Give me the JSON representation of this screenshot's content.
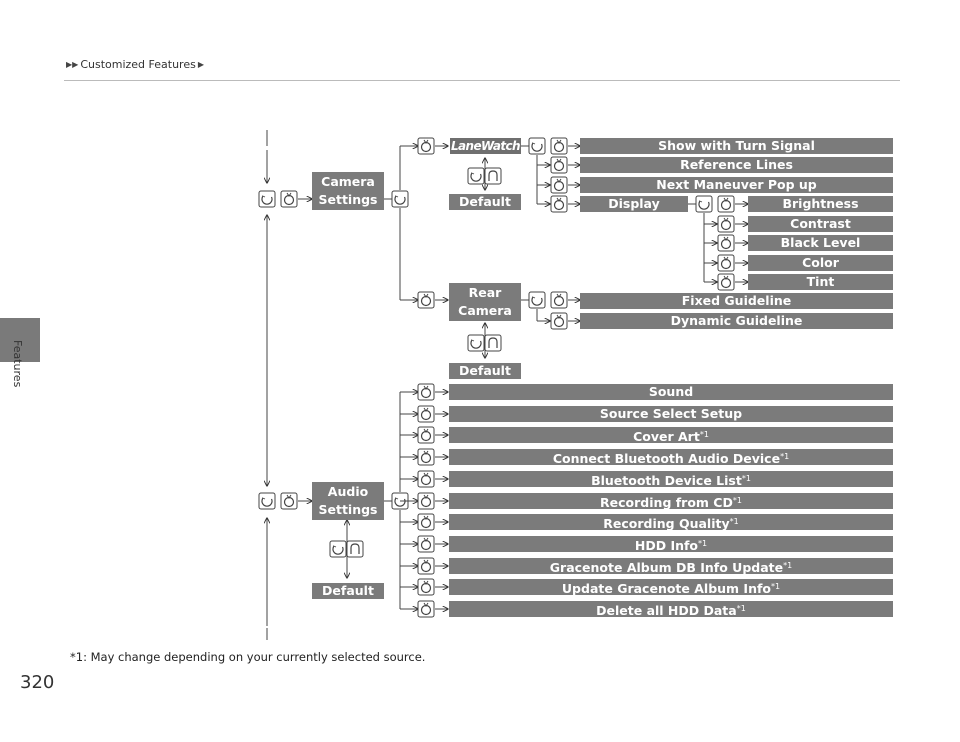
{
  "header": {
    "breadcrumb": "Customized Features",
    "triangle_glyph": "▶▶"
  },
  "side_tab": {
    "label": "Features"
  },
  "page_number": "320",
  "footnote": "*1: May change depending on your currently selected source.",
  "camera": {
    "settings_label_1": "Camera",
    "settings_label_2": "Settings",
    "lanewatch_label": "LaneWatch",
    "lanewatch_default": "Default",
    "lanewatch_items": [
      "Show with Turn Signal",
      "Reference Lines",
      "Next Maneuver Pop up"
    ],
    "display_label": "Display",
    "display_items": [
      "Brightness",
      "Contrast",
      "Black Level",
      "Color",
      "Tint"
    ],
    "rear_label_1": "Rear",
    "rear_label_2": "Camera",
    "rear_items": [
      "Fixed Guideline",
      "Dynamic Guideline"
    ],
    "rear_default": "Default"
  },
  "audio": {
    "settings_label_1": "Audio",
    "settings_label_2": "Settings",
    "default": "Default",
    "items": [
      {
        "label": "Sound",
        "note": ""
      },
      {
        "label": "Source Select Setup",
        "note": ""
      },
      {
        "label": "Cover Art",
        "note": "*1"
      },
      {
        "label": "Connect Bluetooth Audio Device",
        "note": "*1"
      },
      {
        "label": "Bluetooth Device List",
        "note": "*1"
      },
      {
        "label": "Recording from CD",
        "note": "*1"
      },
      {
        "label": "Recording Quality",
        "note": "*1"
      },
      {
        "label": "HDD Info",
        "note": "*1"
      },
      {
        "label": "Gracenote Album DB Info Update",
        "note": "*1"
      },
      {
        "label": "Update Gracenote Album Info",
        "note": "*1"
      },
      {
        "label": "Delete all HDD Data",
        "note": "*1"
      }
    ]
  },
  "icons": {
    "push_icon": "interface-dial-press-icon",
    "rotate_icon": "interface-dial-rotate-icon",
    "back_icon": "back-button-icon"
  }
}
